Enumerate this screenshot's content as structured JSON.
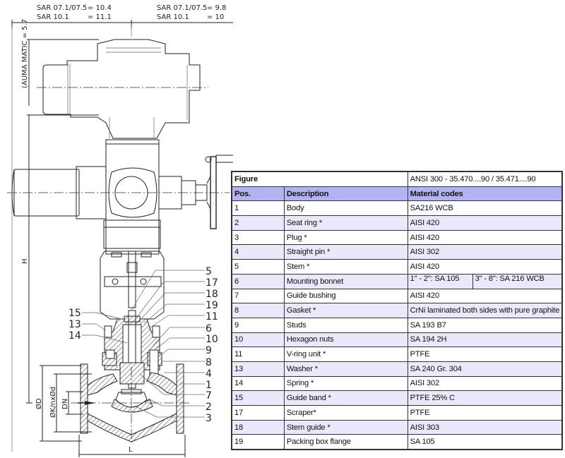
{
  "drawing": {
    "dimensions_top_left": [
      {
        "label": "SAR  07.1/07.5",
        "value": "= 10.4"
      },
      {
        "label": "SAR  10.1",
        "value": "= 11.1"
      }
    ],
    "dimensions_top_right": [
      {
        "label": "SAR  07.1/07.5",
        "value": "= 9.8"
      },
      {
        "label": "SAR  10.1",
        "value": "= 10"
      }
    ],
    "vertical_label": "(AUMA  MATIC  = 5.7",
    "height_label": "H",
    "diameter_labels": {
      "D": "ØD",
      "K": "ØK/nxØd",
      "DN": "DN"
    },
    "length_label": "L",
    "callouts_right": [
      "5",
      "17",
      "18",
      "19",
      "11",
      "6",
      "10",
      "9",
      "8",
      "4",
      "1",
      "7",
      "2",
      "3"
    ],
    "callouts_left": [
      "15",
      "13",
      "14"
    ]
  },
  "table": {
    "figure_label": "Figure",
    "figure_value": "ANSI 300 - 35.470....90 / 35.471....90",
    "headers": {
      "pos": "Pos.",
      "description": "Description",
      "material": "Material codes"
    },
    "rows": [
      {
        "pos": "1",
        "description": "Body",
        "material": "SA216 WCB"
      },
      {
        "pos": "2",
        "description": "Seat ring *",
        "material": "AISI 420"
      },
      {
        "pos": "3",
        "description": "Plug *",
        "material": "AISI 420"
      },
      {
        "pos": "4",
        "description": "Straight pin *",
        "material": "AISI 302"
      },
      {
        "pos": "5",
        "description": "Stem *",
        "material": "AISI 420"
      },
      {
        "pos": "6",
        "description": "Mounting bonnet",
        "material_a": "1\" - 2\": SA 105",
        "material_b": "3\" - 8\": SA 216 WCB"
      },
      {
        "pos": "7",
        "description": "Guide bushing",
        "material": "AISI 420"
      },
      {
        "pos": "8",
        "description": "Gasket *",
        "material": "CrNi laminated both sides with pure graphite"
      },
      {
        "pos": "9",
        "description": "Studs",
        "material": "SA 193 B7"
      },
      {
        "pos": "10",
        "description": "Hexagon nuts",
        "material": "SA 194 2H"
      },
      {
        "pos": "11",
        "description": "V-ring unit *",
        "material": "PTFE"
      },
      {
        "pos": "13",
        "description": "Washer *",
        "material": "SA 240 Gr. 304"
      },
      {
        "pos": "14",
        "description": "Spring *",
        "material": "AISI 302"
      },
      {
        "pos": "15",
        "description": "Guide band *",
        "material": "PTFE 25% C"
      },
      {
        "pos": "17",
        "description": "Scraper*",
        "material": "PTFE"
      },
      {
        "pos": "18",
        "description": "Stem guide *",
        "material": "AISI 303"
      },
      {
        "pos": "19",
        "description": "Packing box flange",
        "material": "SA 105"
      }
    ]
  },
  "colors": {
    "header_bg": "#b3b3f2",
    "alt_row_bg": "#e9e9fb",
    "line": "#222222"
  }
}
